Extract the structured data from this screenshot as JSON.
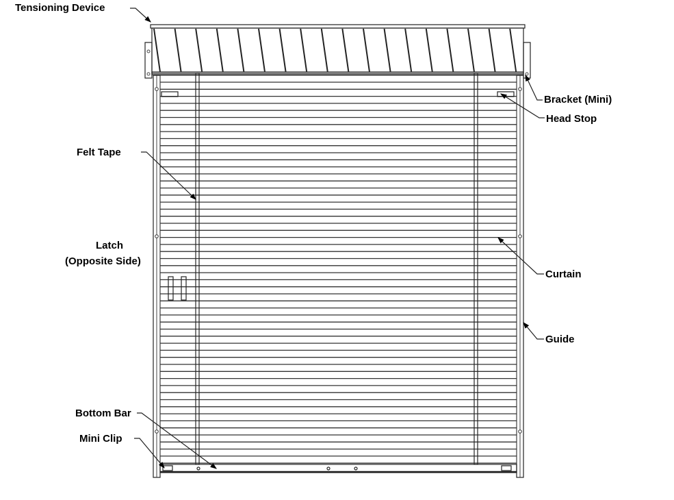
{
  "labels": {
    "tensioning_device": "Tensioning Device",
    "bracket": "Bracket (Mini)",
    "head_stop": "Head Stop",
    "felt_tape": "Felt Tape",
    "latch": "Latch",
    "latch_note": "(Opposite Side)",
    "curtain": "Curtain",
    "guide": "Guide",
    "bottom_bar": "Bottom Bar",
    "mini_clip": "Mini Clip"
  },
  "colors": {
    "line": "#222222",
    "background": "#ffffff"
  }
}
